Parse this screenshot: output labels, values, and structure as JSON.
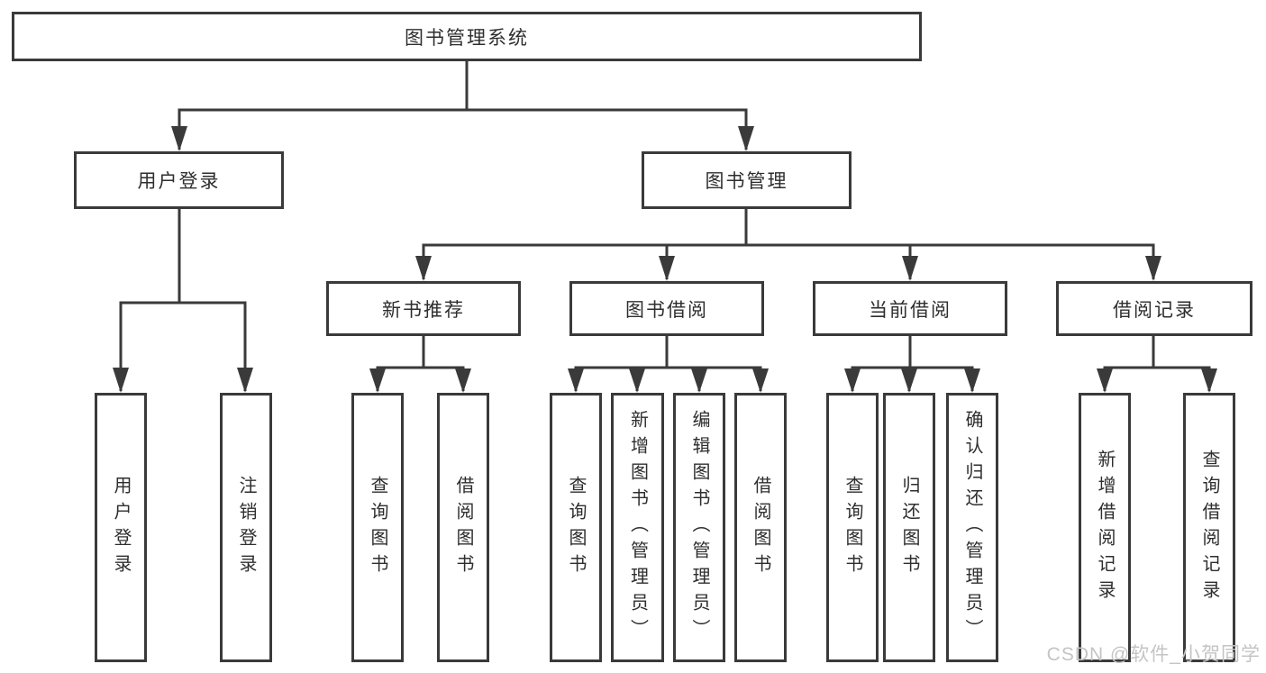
{
  "diagram": {
    "type": "hierarchy-tree",
    "colors": {
      "line": "#3a3a3a",
      "box_border": "#3a3a3a",
      "text": "#2e2e2e",
      "background": "#ffffff",
      "watermark": "#c4c4c4"
    },
    "root": {
      "label": "图书管理系统",
      "children": [
        {
          "label": "用户登录",
          "children": [
            {
              "label": "用户登录"
            },
            {
              "label": "注销登录"
            }
          ]
        },
        {
          "label": "图书管理",
          "children": [
            {
              "label": "新书推荐",
              "children": [
                {
                  "label": "查询图书"
                },
                {
                  "label": "借阅图书"
                }
              ]
            },
            {
              "label": "图书借阅",
              "children": [
                {
                  "label": "查询图书"
                },
                {
                  "label": "新增图书（管理员）"
                },
                {
                  "label": "编辑图书（管理员）"
                },
                {
                  "label": "借阅图书"
                }
              ]
            },
            {
              "label": "当前借阅",
              "children": [
                {
                  "label": "查询图书"
                },
                {
                  "label": "归还图书"
                },
                {
                  "label": "确认归还（管理员）"
                }
              ]
            },
            {
              "label": "借阅记录",
              "children": [
                {
                  "label": "新增借阅记录"
                },
                {
                  "label": "查询借阅记录"
                }
              ]
            }
          ]
        }
      ]
    },
    "watermark": "CSDN @软件_小贺同学"
  }
}
